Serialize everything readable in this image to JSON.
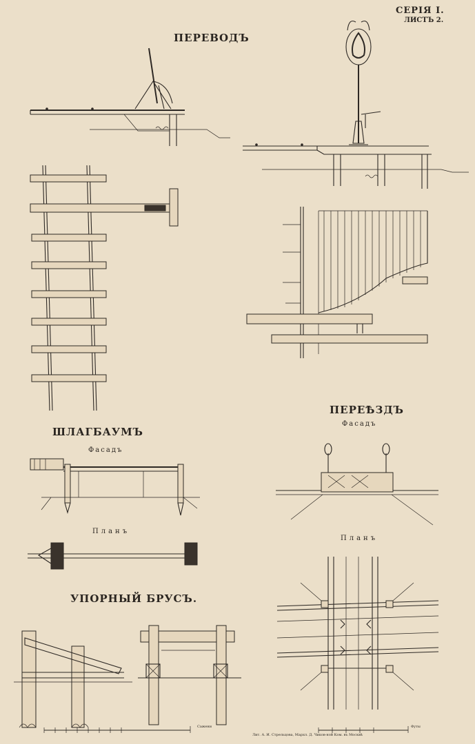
{
  "sheet": {
    "series": "СЕРIЯ I.",
    "sheet_no": "ЛИСТЪ 2."
  },
  "sections": {
    "perevod": "ПЕРЕВОДЪ",
    "shlagbaum": "ШЛАГБАУМЪ",
    "shlagbaum_facade": "Фасадъ",
    "shlagbaum_plan": "Планъ",
    "upor": "УПОРНЫЙ БРУСЪ.",
    "pereezd": "ПЕРЕѢЗДЪ",
    "pereezd_facade": "Фасадъ",
    "pereezd_plan": "Планъ"
  },
  "footer": {
    "scale_left": "Сажени",
    "printer": "Лит. А. И. Стрельцова, Мархл. Д. Чиков-ной Ком. въ Москвѣ",
    "scale_right": "Футы"
  },
  "colors": {
    "paper": "#ebdfc9",
    "ink": "#2d2824"
  }
}
